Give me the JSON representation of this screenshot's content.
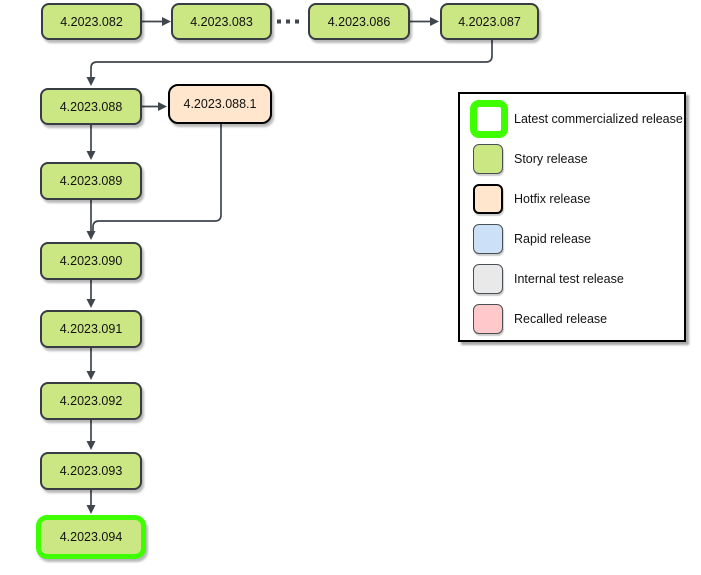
{
  "diagram": {
    "nodes": [
      {
        "label": "4.2023.082",
        "type": "story"
      },
      {
        "label": "4.2023.083",
        "type": "story"
      },
      {
        "label": "4.2023.086",
        "type": "story"
      },
      {
        "label": "4.2023.087",
        "type": "story"
      },
      {
        "label": "4.2023.088",
        "type": "story"
      },
      {
        "label": "4.2023.088.1",
        "type": "hotfix"
      },
      {
        "label": "4.2023.089",
        "type": "story"
      },
      {
        "label": "4.2023.090",
        "type": "story"
      },
      {
        "label": "4.2023.091",
        "type": "story"
      },
      {
        "label": "4.2023.092",
        "type": "story"
      },
      {
        "label": "4.2023.093",
        "type": "story"
      },
      {
        "label": "4.2023.094",
        "type": "story latest-commercialized"
      }
    ],
    "edges": [
      {
        "from": "4.2023.082",
        "to": "4.2023.083",
        "style": "solid-arrow"
      },
      {
        "from": "4.2023.083",
        "to": "4.2023.086",
        "style": "dashed"
      },
      {
        "from": "4.2023.086",
        "to": "4.2023.087",
        "style": "solid-arrow"
      },
      {
        "from": "4.2023.087",
        "to": "4.2023.088",
        "style": "solid-arrow"
      },
      {
        "from": "4.2023.088",
        "to": "4.2023.088.1",
        "style": "solid-arrow"
      },
      {
        "from": "4.2023.088",
        "to": "4.2023.089",
        "style": "solid-arrow"
      },
      {
        "from": "4.2023.089",
        "to": "4.2023.090",
        "style": "solid-arrow"
      },
      {
        "from": "4.2023.088.1",
        "to": "4.2023.090",
        "style": "solid-merge"
      },
      {
        "from": "4.2023.090",
        "to": "4.2023.091",
        "style": "solid-arrow"
      },
      {
        "from": "4.2023.091",
        "to": "4.2023.092",
        "style": "solid-arrow"
      },
      {
        "from": "4.2023.092",
        "to": "4.2023.093",
        "style": "solid-arrow"
      },
      {
        "from": "4.2023.093",
        "to": "4.2023.094",
        "style": "solid-arrow"
      }
    ]
  },
  "legend": {
    "items": [
      {
        "label": "Latest commercialized release",
        "type": "latest"
      },
      {
        "label": "Story release",
        "type": "story"
      },
      {
        "label": "Hotfix release",
        "type": "hotfix"
      },
      {
        "label": "Rapid release",
        "type": "rapid"
      },
      {
        "label": "Internal test release",
        "type": "internal"
      },
      {
        "label": "Recalled release",
        "type": "recalled"
      }
    ]
  },
  "colors": {
    "story-fill": "#cbe783",
    "hotfix-fill": "#ffe6cc",
    "rapid-fill": "#cce1f7",
    "internal-fill": "#e9e9e9",
    "recalled-fill": "#ffc8ca",
    "latest-border": "#3dff00",
    "node-border": "#383d43",
    "hotfix-border": "#000000",
    "edge": "#3f464d",
    "text": "#111111",
    "legend-border": "#000000",
    "background": "#ffffff"
  }
}
